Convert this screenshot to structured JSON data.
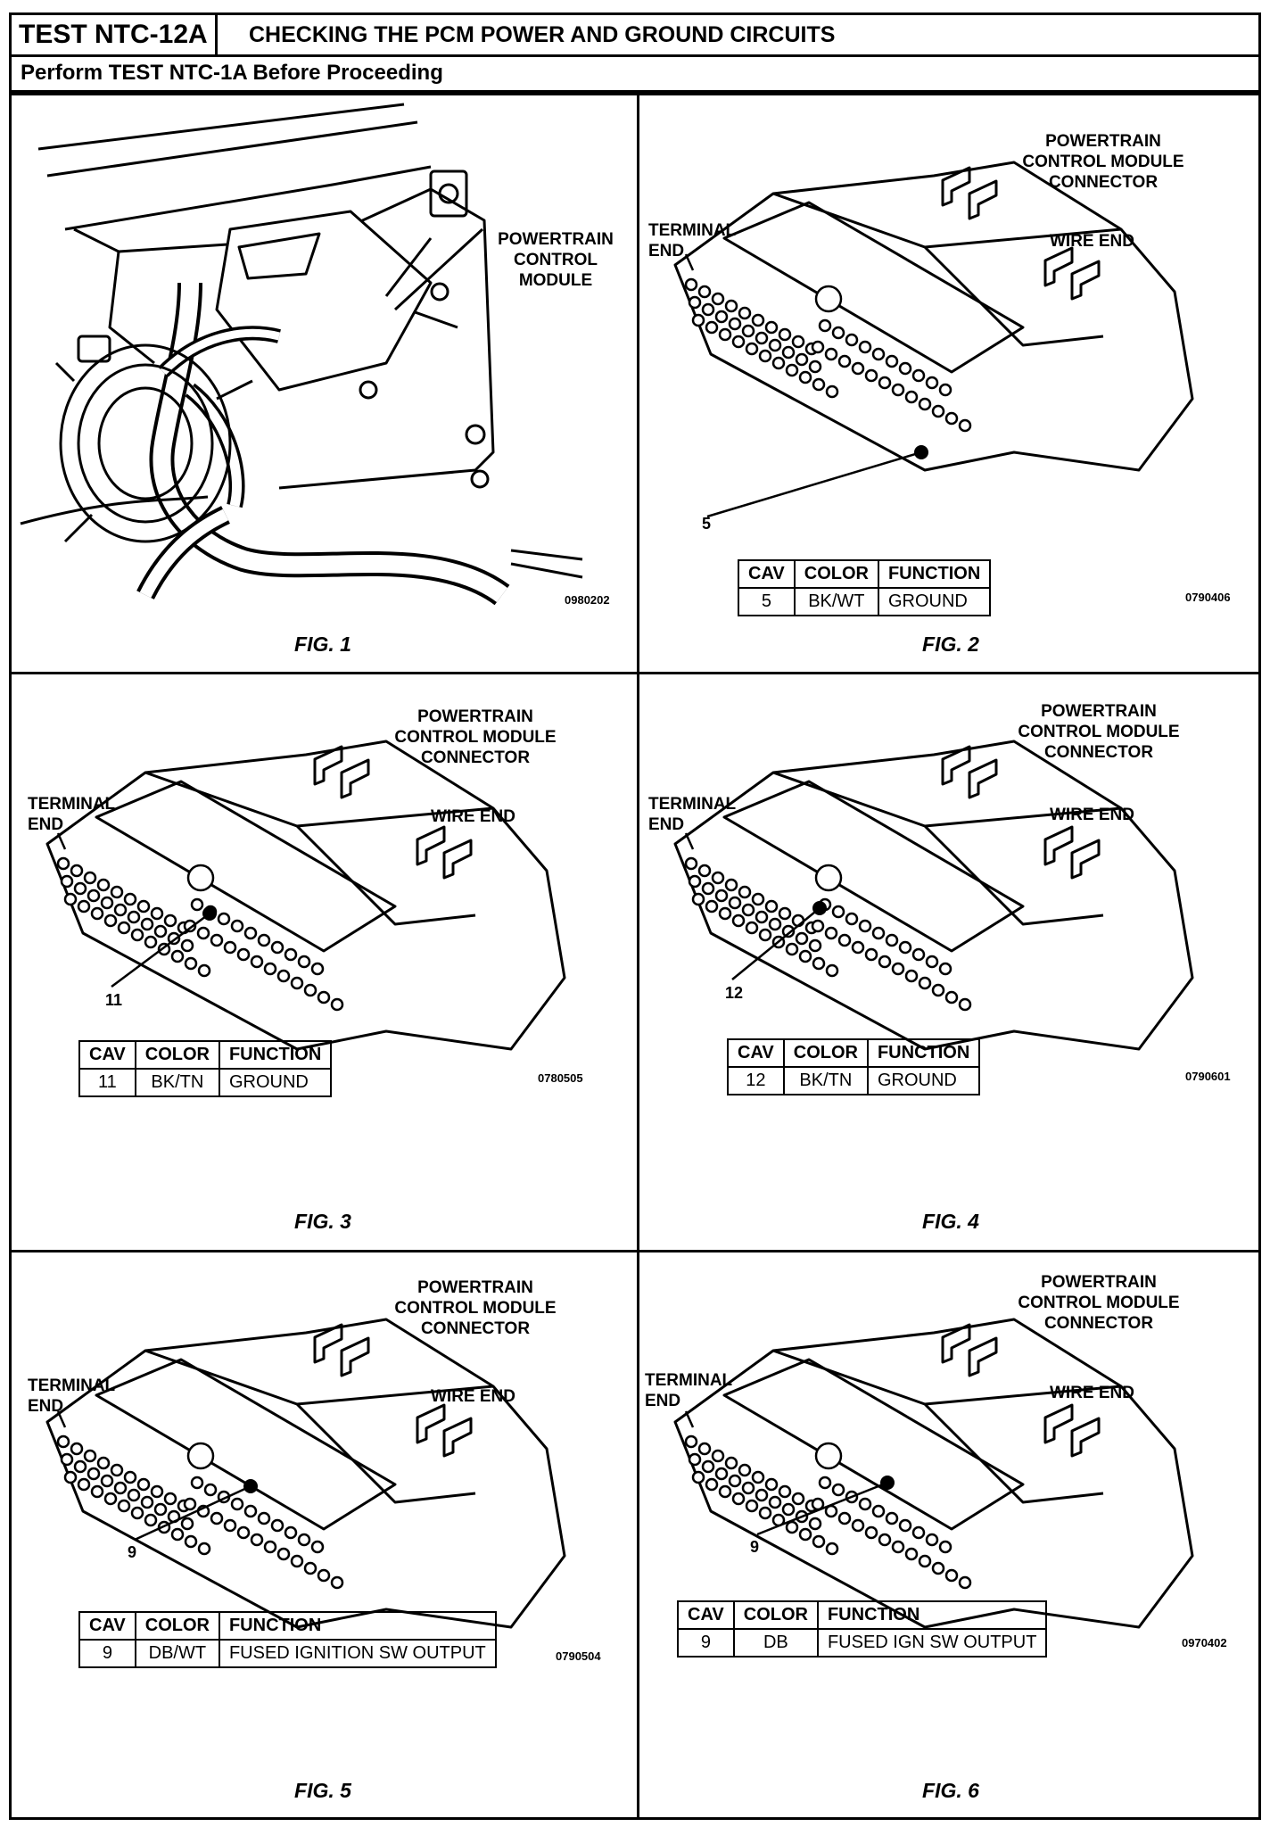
{
  "header": {
    "test_id": "TEST NTC-12A",
    "title": "CHECKING THE PCM POWER AND GROUND CIRCUITS",
    "subtitle": "Perform TEST NTC-1A Before Proceeding"
  },
  "connector_labels": {
    "title_line1": "POWERTRAIN",
    "title_line2": "CONTROL MODULE",
    "title_line3": "CONNECTOR",
    "terminal_line1": "TERMINAL",
    "terminal_line2": "END",
    "wire_end": "WIRE  END"
  },
  "table_headers": {
    "cav": "CAV",
    "color": "COLOR",
    "function": "FUNCTION"
  },
  "figures": [
    {
      "caption": "FIG. 1",
      "code": "0980202",
      "label_line1": "POWERTRAIN",
      "label_line2": "CONTROL",
      "label_line3": "MODULE"
    },
    {
      "caption": "FIG. 2",
      "code": "0790406",
      "pin": "5",
      "row": {
        "cav": "5",
        "color": "BK/WT",
        "function": "GROUND"
      }
    },
    {
      "caption": "FIG. 3",
      "code": "0780505",
      "pin": "11",
      "row": {
        "cav": "11",
        "color": "BK/TN",
        "function": "GROUND"
      }
    },
    {
      "caption": "FIG. 4",
      "code": "0790601",
      "pin": "12",
      "row": {
        "cav": "12",
        "color": "BK/TN",
        "function": "GROUND"
      }
    },
    {
      "caption": "FIG. 5",
      "code": "0790504",
      "pin": "9",
      "row": {
        "cav": "9",
        "color": "DB/WT",
        "function": "FUSED IGNITION SW OUTPUT"
      }
    },
    {
      "caption": "FIG. 6",
      "code": "0970402",
      "pin": "9",
      "row": {
        "cav": "9",
        "color": "DB",
        "function": "FUSED IGN SW OUTPUT"
      }
    }
  ]
}
